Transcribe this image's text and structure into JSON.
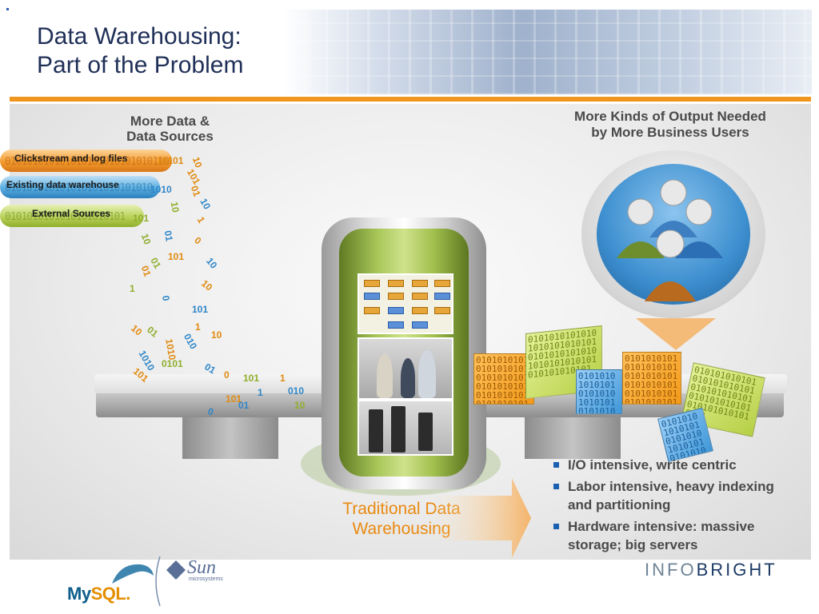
{
  "slide": {
    "title_line1": "Data Warehousing:",
    "title_line2": "Part of the Problem"
  },
  "left_heading": {
    "line1": "More Data &",
    "line2": "Data Sources"
  },
  "right_heading": {
    "line1": "More Kinds of Output Needed",
    "line2": "by More Business Users"
  },
  "sources": [
    {
      "label": "Clickstream and log files",
      "digits": "0101010101010101010101010101101",
      "color": "orange"
    },
    {
      "label": "Existing data warehouse",
      "digits": "010101010101010101010101010",
      "color": "blue"
    },
    {
      "label": "External Sources",
      "digits": "0101010101010101010101",
      "color": "green"
    }
  ],
  "flying_bits": [
    {
      "t": "10101",
      "c": "#e08a10"
    },
    {
      "t": "10",
      "c": "#e08a10"
    },
    {
      "t": "101",
      "c": "#e08a10"
    },
    {
      "t": "1010",
      "c": "#2f86c8"
    },
    {
      "t": "01",
      "c": "#e08a10"
    },
    {
      "t": "10",
      "c": "#2f86c8"
    },
    {
      "t": "101",
      "c": "#8fae2c"
    },
    {
      "t": "10",
      "c": "#8fae2c"
    },
    {
      "t": "1",
      "c": "#e08a10"
    },
    {
      "t": "01",
      "c": "#2f86c8"
    },
    {
      "t": "10",
      "c": "#8fae2c"
    },
    {
      "t": "0",
      "c": "#e08a10"
    },
    {
      "t": "101",
      "c": "#e08a10"
    },
    {
      "t": "01",
      "c": "#8fae2c"
    },
    {
      "t": "10",
      "c": "#2f86c8"
    },
    {
      "t": "1",
      "c": "#8fae2c"
    },
    {
      "t": "01",
      "c": "#e08a10"
    },
    {
      "t": "0",
      "c": "#2f86c8"
    },
    {
      "t": "10",
      "c": "#e08a10"
    },
    {
      "t": "101",
      "c": "#2f86c8"
    },
    {
      "t": "1",
      "c": "#e08a10"
    },
    {
      "t": "01",
      "c": "#8fae2c"
    },
    {
      "t": "10",
      "c": "#e08a10"
    },
    {
      "t": "1010",
      "c": "#e08a10"
    },
    {
      "t": "10",
      "c": "#e08a10"
    },
    {
      "t": "010",
      "c": "#2f86c8"
    },
    {
      "t": "1010",
      "c": "#2f86c8"
    },
    {
      "t": "0101",
      "c": "#8fae2c"
    },
    {
      "t": "101",
      "c": "#e08a10"
    },
    {
      "t": "01",
      "c": "#2f86c8"
    },
    {
      "t": "0",
      "c": "#e08a10"
    },
    {
      "t": "101",
      "c": "#8fae2c"
    },
    {
      "t": "1",
      "c": "#e08a10"
    },
    {
      "t": "101",
      "c": "#e08a10"
    },
    {
      "t": "0",
      "c": "#2f86c8"
    },
    {
      "t": "01",
      "c": "#2f86c8"
    },
    {
      "t": "10",
      "c": "#8fae2c"
    },
    {
      "t": "1",
      "c": "#2f86c8"
    },
    {
      "t": "010",
      "c": "#2f86c8"
    }
  ],
  "center_label": {
    "line1": "Traditional Data",
    "line2": "Warehousing"
  },
  "cube_text": "0101010101010101010101010101010101010101010101010101010101010101",
  "bullets": [
    {
      "text": "I/O intensive, write centric"
    },
    {
      "text": "Labor intensive, heavy indexing and partitioning"
    },
    {
      "text": "Hardware intensive:  massive storage; big servers"
    }
  ],
  "logos": {
    "mysql_left": "My",
    "mysql_right": "SQL.",
    "sun": "Sun",
    "sun_sub": "microsystems",
    "infobright_left": "INFO",
    "infobright_right": "BRIGHT"
  },
  "colors": {
    "accent_orange": "#f0961e",
    "title_navy": "#1f2f57",
    "label_orange": "#ea8a12",
    "bullet_blue": "#1b5fb0"
  }
}
